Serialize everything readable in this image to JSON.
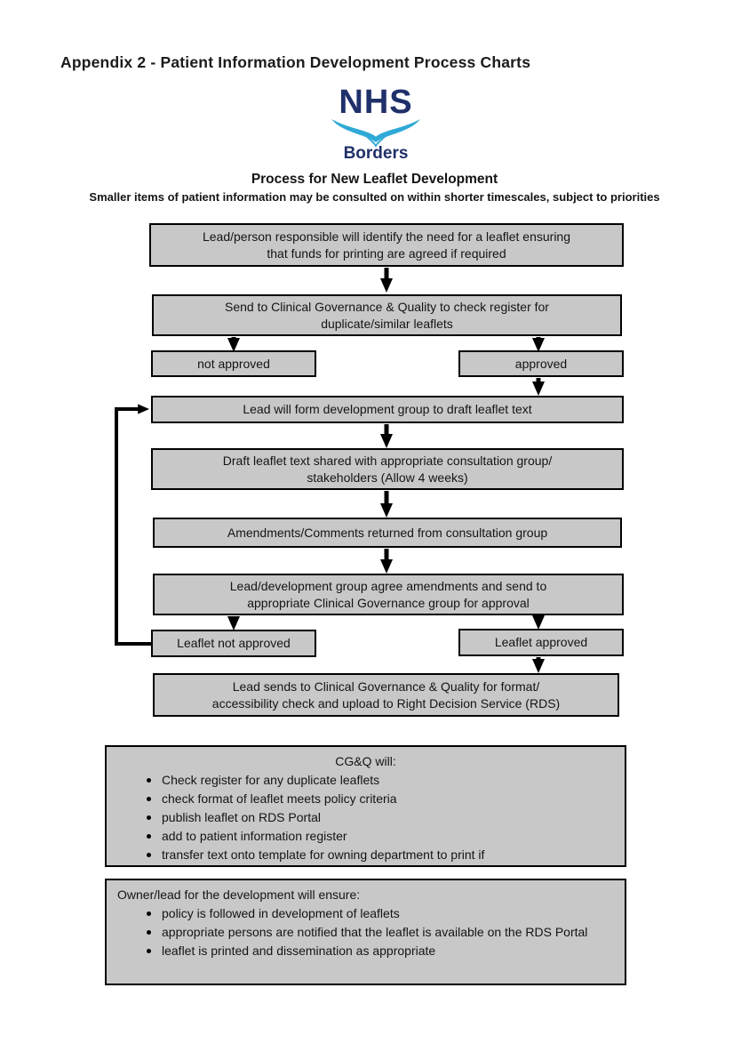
{
  "page": {
    "title": "Appendix 2 - Patient Information Development Process Charts"
  },
  "logo": {
    "nhs": "NHS",
    "region": "Borders"
  },
  "heading": {
    "title": "Process for New Leaflet Development",
    "subtitle": "Smaller items of patient information may be consulted on within shorter timescales, subject to priorities"
  },
  "flow": {
    "identify_need": [
      "Lead/person responsible will identify the need for a leaflet ensuring",
      "that funds for printing are agreed if required"
    ],
    "send_cgq": [
      "Send to Clinical Governance & Quality to check register for",
      "duplicate/similar leaflets"
    ],
    "not_approved": "not approved",
    "approved": "approved",
    "form_group": "Lead will form development group to draft leaflet text",
    "draft_shared": [
      "Draft leaflet text shared with appropriate consultation group/",
      "stakeholders (Allow 4 weeks)"
    ],
    "amendments": "Amendments/Comments returned from consultation group",
    "agree": [
      "Lead/development group agree amendments and send to",
      "appropriate Clinical Governance group for approval"
    ],
    "leaflet_not_approved": "Leaflet not approved",
    "leaflet_approved": "Leaflet approved",
    "format_check": [
      "Lead sends to Clinical Governance & Quality for format/",
      "accessibility check and upload to Right Decision Service (RDS)"
    ]
  },
  "info_boxes": [
    {
      "heading": "CG&Q will:",
      "bullets": [
        "Check register for any duplicate leaflets",
        "check format of leaflet meets policy criteria",
        "publish leaflet on RDS Portal",
        "add to patient information register",
        "transfer text onto template for owning department to print if"
      ]
    },
    {
      "heading": "Owner/lead for the development will ensure:",
      "bullets": [
        "policy is followed in development of leaflets",
        "appropriate persons are notified that the leaflet is available on the RDS Portal",
        "leaflet is printed and dissemination as appropriate"
      ]
    }
  ],
  "colors": {
    "navy": "#20306a",
    "cyan": "#2fa9d6",
    "boxfill": "#c8c8c8",
    "boxborder": "#000000"
  }
}
